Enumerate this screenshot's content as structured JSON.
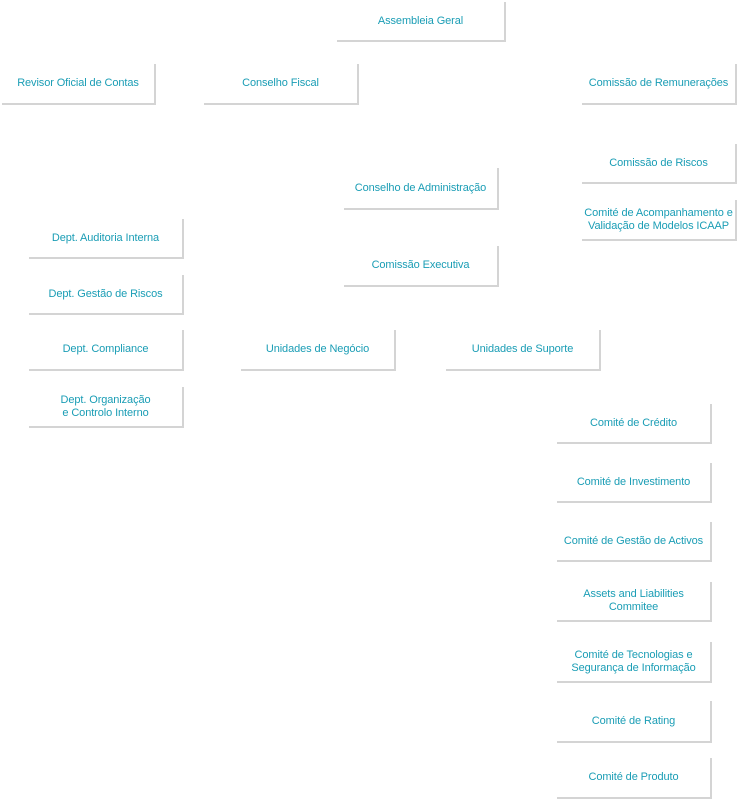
{
  "accent_color": "#1a9db5",
  "border_color": "#d4d4d4",
  "governance": {
    "assembleia_geral": "Assembleia Geral",
    "revisor_oficial": "Revisor Oficial de Contas",
    "conselho_fiscal": "Conselho Fiscal",
    "comissao_remuneracoes": "Comissão de Remunerações",
    "comissao_riscos": "Comissão de Riscos",
    "conselho_administracao": "Conselho de Administração",
    "comite_icaap": "Comité de Acompanhamento e\nValidação de Modelos ICAAP",
    "comissao_executiva": "Comissão Executiva"
  },
  "departments": {
    "auditoria_interna": "Dept. Auditoria Interna",
    "gestao_riscos": "Dept. Gestão de Riscos",
    "compliance": "Dept. Compliance",
    "organizacao": "Dept. Organização\ne Controlo Interno"
  },
  "units": {
    "negocio": "Unidades de Negócio",
    "suporte": "Unidades de Suporte"
  },
  "committees": {
    "credito": "Comité de Crédito",
    "investimento": "Comité de Investimento",
    "gestao_activos": "Comité de Gestão de Activos",
    "alco": "Assets and Liabilities\nCommitee",
    "tecnologias": "Comité de Tecnologias e\nSegurança de Informação",
    "rating": "Comité de Rating",
    "produto": "Comité de Produto"
  }
}
